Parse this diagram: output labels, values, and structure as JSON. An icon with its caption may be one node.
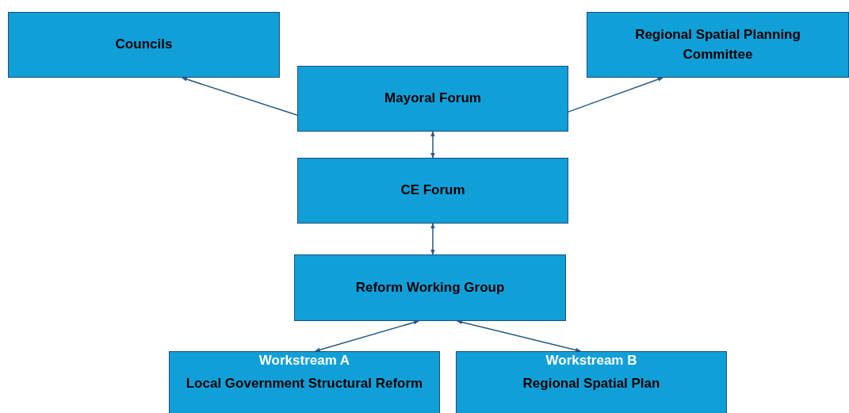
{
  "diagram": {
    "nodes": [
      {
        "text": [
          "Councils"
        ]
      },
      {
        "text": [
          "Regional Spatial Planning Committee"
        ]
      },
      {
        "text": [
          "Mayoral Forum"
        ]
      },
      {
        "text": [
          "CE Forum"
        ]
      },
      {
        "text": [
          "Reform Working Group"
        ]
      },
      {
        "text": [
          "Workstream A",
          "Local Government Structural Reform"
        ]
      },
      {
        "text": [
          "Workstream B",
          "Regional Spatial Plan"
        ]
      }
    ],
    "edges": [
      {
        "from": 2,
        "to": 0,
        "arrow": "to"
      },
      {
        "from": 2,
        "to": 1,
        "arrow": "to"
      },
      {
        "from": 2,
        "to": 3,
        "arrow": "both"
      },
      {
        "from": 3,
        "to": 4,
        "arrow": "both"
      },
      {
        "from": 4,
        "to": 5,
        "arrow": "both"
      },
      {
        "from": 4,
        "to": 6,
        "arrow": "both"
      }
    ]
  }
}
